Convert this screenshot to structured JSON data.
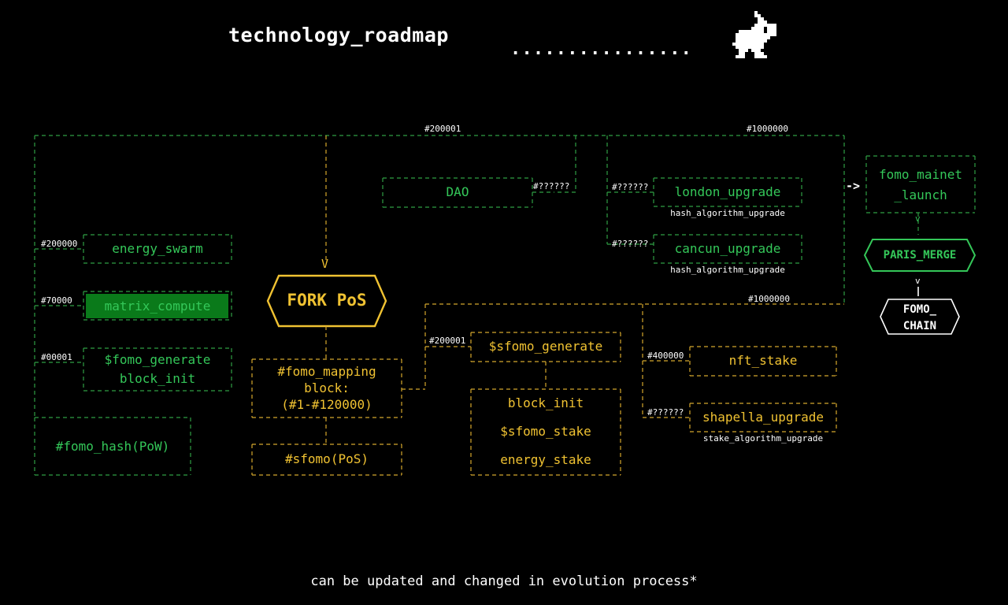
{
  "header": {
    "title": "technology_roadmap",
    "dots": "................",
    "mascot_icon": "pixel-rabbit-icon"
  },
  "footer": "can be updated and changed in evolution process*",
  "colors": {
    "background": "#000000",
    "pow_branch": "#34c759",
    "pos_branch": "#f0c232",
    "matrix_fill": "#0a7a1a",
    "text_white": "#ffffff"
  },
  "nodes": {
    "energy_swarm": "energy_swarm",
    "matrix_compute": "matrix_compute",
    "fomo_generate_line1": "$fomo_generate",
    "fomo_generate_line2": "block_init",
    "fomo_hash": "#fomo_hash(PoW)",
    "dao": "DAO",
    "fork_pos": "FORK PoS",
    "fomo_mapping_line1": "#fomo_mapping",
    "fomo_mapping_line2": "block:",
    "fomo_mapping_line3": "(#1-#120000)",
    "sfomo_pos": "#sfomo(PoS)",
    "sfomo_generate": "$sfomo_generate",
    "block_init": "block_init",
    "sfomo_stake": "$sfomo_stake",
    "energy_stake": "energy_stake",
    "london_upgrade": "london_upgrade",
    "london_sub": "hash_algorithm_upgrade",
    "cancun_upgrade": "cancun_upgrade",
    "cancun_sub": "hash_algorithm_upgrade",
    "nft_stake": "nft_stake",
    "shapella_upgrade": "shapella_upgrade",
    "shapella_sub": "stake_algorithm_upgrade",
    "mainet_line1": "fomo_mainet",
    "mainet_line2": "_launch",
    "paris_merge": "PARIS_MERGE",
    "fomo_chain_line1": "FOMO_",
    "fomo_chain_line2": "CHAIN"
  },
  "block_labels": {
    "b200000": "#200000",
    "b70000": "#70000",
    "b00001": "#00001",
    "top_200001": "#200001",
    "top_1000000": "#1000000",
    "dao_unknown": "#??????",
    "london_unknown": "#??????",
    "cancun_unknown": "#??????",
    "mid_1000000": "#1000000",
    "sfomo_200001": "#200001",
    "nft_400000": "#400000",
    "shapella_unknown": "#??????"
  },
  "arrows": {
    "down_v": "V",
    "right_arrow": "->",
    "paris_v": "v",
    "chain_v": "v"
  }
}
